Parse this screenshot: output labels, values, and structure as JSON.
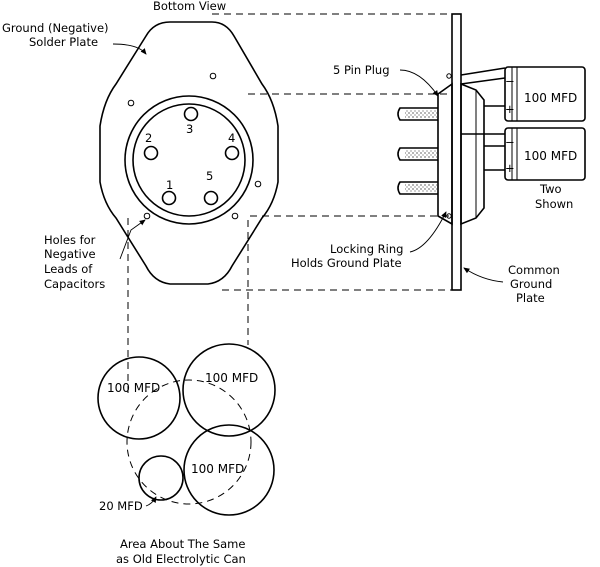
{
  "labels": {
    "bottom_view": "Bottom View",
    "ground_plate": [
      "Ground (Negative)",
      "Solder Plate"
    ],
    "holes": [
      "Holes for",
      "Negative",
      "Leads of",
      "Capacitors"
    ],
    "plug": "5 Pin Plug",
    "locking_ring": [
      "Locking Ring",
      "Holds Ground Plate"
    ],
    "common_ground": [
      "Common",
      "Ground",
      "Plate"
    ],
    "two_shown": [
      "Two",
      "Shown"
    ],
    "cap_top": "100 MFD",
    "cap_bottom": "100 MFD",
    "plus": "+",
    "minus": "−",
    "pins": [
      "1",
      "2",
      "3",
      "4",
      "5"
    ],
    "area_caps": [
      "100 MFD",
      "100 MFD",
      "100 MFD"
    ],
    "small_cap": "20 MFD",
    "area_note": [
      "Area About The Same",
      "as Old Electrolytic Can"
    ]
  }
}
